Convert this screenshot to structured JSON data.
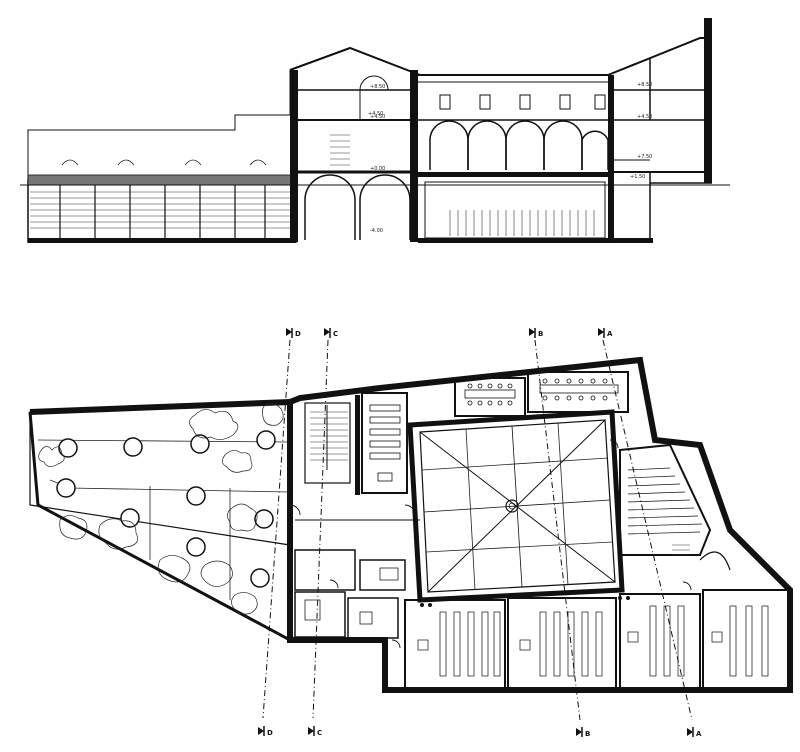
{
  "section": {
    "level_labels": [
      "+8.50",
      "+4.50",
      "+0.00",
      "-4.00",
      "+8.50",
      "+4.50",
      "+7.50",
      "+4.50",
      "+1.50"
    ]
  },
  "plan": {
    "cut_markers": [
      {
        "letter": "D"
      },
      {
        "letter": "C"
      },
      {
        "letter": "B"
      },
      {
        "letter": "A"
      },
      {
        "letter": "D"
      },
      {
        "letter": "C"
      },
      {
        "letter": "B"
      },
      {
        "letter": "A"
      }
    ]
  }
}
